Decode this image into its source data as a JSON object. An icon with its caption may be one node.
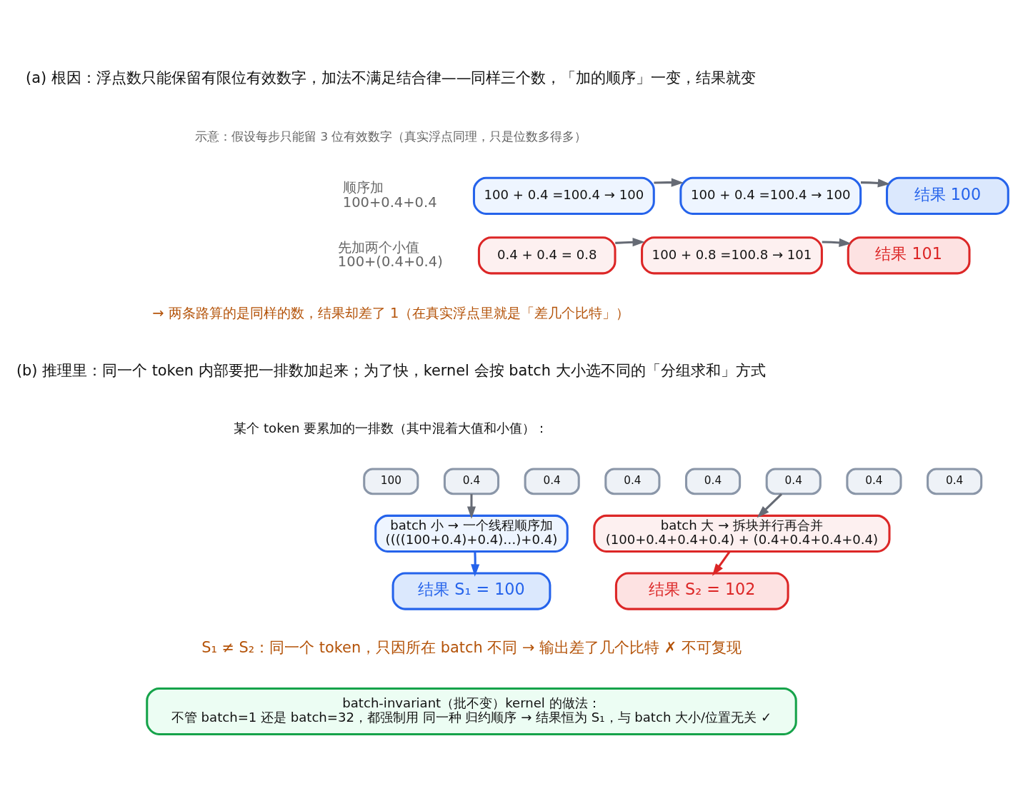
{
  "diagram": {
    "nodes": [
      {
        "text": [
          "100 + 0.4 =100.4 → 100"
        ]
      },
      {
        "text": [
          "100 + 0.4 =100.4 → 100"
        ]
      },
      {
        "text": [
          "结果 100"
        ]
      },
      {
        "text": [
          "0.4 + 0.4 = 0.8"
        ]
      },
      {
        "text": [
          "100 + 0.8 =100.8 → 101"
        ]
      },
      {
        "text": [
          "结果 101"
        ]
      },
      {
        "text": [
          "100"
        ]
      },
      {
        "text": [
          "0.4"
        ]
      },
      {
        "text": [
          "0.4"
        ]
      },
      {
        "text": [
          "0.4"
        ]
      },
      {
        "text": [
          "0.4"
        ]
      },
      {
        "text": [
          "0.4"
        ]
      },
      {
        "text": [
          "0.4"
        ]
      },
      {
        "text": [
          "0.4"
        ]
      },
      {
        "text": [
          "batch 小 → 一个线程顺序加",
          "((((100+0.4)+0.4)…)+0.4)"
        ]
      },
      {
        "text": [
          "batch 大 → 拆块并行再合并",
          "(100+0.4+0.4+0.4) + (0.4+0.4+0.4+0.4)"
        ]
      },
      {
        "text": [
          "结果 S₁ = 100"
        ]
      },
      {
        "text": [
          "结果 S₂ = 102"
        ]
      },
      {
        "text": [
          "batch-invariant（批不变）kernel 的做法：",
          "不管 batch=1 还是 batch=32，都强制用 同一种 归约顺序 → 结果恒为 S₁，与 batch 大小/位置无关 ✓"
        ]
      }
    ],
    "edges": [
      {
        "from": 0,
        "to": 1,
        "arrow": "to"
      },
      {
        "from": 1,
        "to": 2,
        "arrow": "to"
      },
      {
        "from": 3,
        "to": 4,
        "arrow": "to"
      },
      {
        "from": 4,
        "to": 5,
        "arrow": "to"
      },
      {
        "from": 7,
        "to": 14,
        "arrow": "to"
      },
      {
        "from": 11,
        "to": 15,
        "arrow": "to"
      },
      {
        "from": 14,
        "to": 16,
        "arrow": "to",
        "color": "#2563eb"
      },
      {
        "from": 15,
        "to": 17,
        "arrow": "to",
        "color": "#dc2626"
      }
    ],
    "labels": [
      "(a) 根因：浮点数只能保留有限位有效数字，加法不满足结合律——同样三个数，「加的顺序」一变，结果就变",
      "示意：假设每步只能留 3 位有效数字（真实浮点同理，只是位数多得多）",
      "顺序加",
      "100+0.4+0.4",
      "先加两个小值",
      "100+(0.4+0.4)",
      "→ 两条路算的是同样的数，结果却差了 1（在真实浮点里就是「差几个比特」）",
      "(b) 推理里：同一个 token 内部要把一排数加起来；为了快，kernel 会按 batch 大小选不同的「分组求和」方式",
      "某个 token 要累加的一排数（其中混着大值和小值）：",
      "S₁ ≠ S₂：同一个 token，只因所在 batch 不同 → 输出差了几个比特 ✗ 不可复现"
    ]
  }
}
